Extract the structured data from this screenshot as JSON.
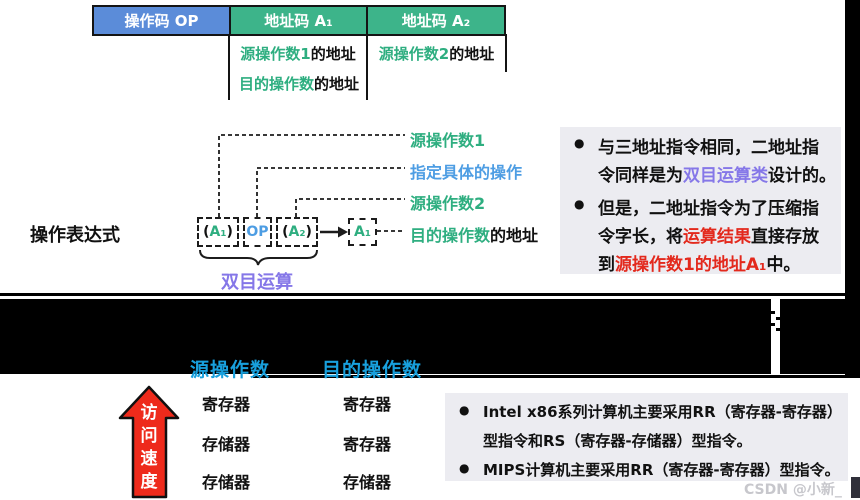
{
  "colors": {
    "green": "#2eae80",
    "blue": "#4d9de3",
    "purple": "#8577e8",
    "red": "#e3291d",
    "cyan": "#18a0dd",
    "header_blue": "#5b8cd9",
    "header_green": "#3db48a",
    "white": "#ffffff",
    "ink": "#111111",
    "note_bg": "#ececf1",
    "arrow_red": "#ee2a1b",
    "watermark_gray": "#c7c7cc"
  },
  "format_table": {
    "op_header": "操作码 OP",
    "a1_header": "地址码 A₁",
    "a2_header": "地址码 A₂",
    "row_a1_1": [
      {
        "t": "源操作数1",
        "c": "green"
      },
      {
        "t": "的地址"
      }
    ],
    "row_a2_1": [
      {
        "t": "源操作数2",
        "c": "green"
      },
      {
        "t": "的地址"
      }
    ],
    "row_a1_2": [
      {
        "t": "目的操作数",
        "c": "green"
      },
      {
        "t": "的地址"
      }
    ]
  },
  "expression": {
    "label": "操作表达式",
    "operand1_segs": [
      {
        "t": "( "
      },
      {
        "t": "A₁",
        "c": "green"
      },
      {
        "t": " )"
      }
    ],
    "op": "OP",
    "operand2_segs": [
      {
        "t": "( "
      },
      {
        "t": "A₂",
        "c": "green"
      },
      {
        "t": " )"
      }
    ],
    "result": "A₁",
    "callout_src1": "源操作数1",
    "callout_op": "指定具体的操作",
    "callout_src2": "源操作数2",
    "callout_dst": [
      {
        "t": "目的操作数",
        "c": "green"
      },
      {
        "t": "的地址"
      }
    ],
    "brace_label": "双目运算"
  },
  "note_two_address": {
    "bullet": "●",
    "items": [
      {
        "lines": [
          [
            {
              "t": "与三地址指令相同，二地址指"
            }
          ],
          [
            {
              "t": "令同样是为"
            },
            {
              "t": "双目运算类",
              "c": "purple"
            },
            {
              "t": "设计的。"
            }
          ]
        ]
      },
      {
        "lines": [
          [
            {
              "t": "但是，二地址指令为了压缩指"
            }
          ],
          [
            {
              "t": "令字长，将"
            },
            {
              "t": "运算结果",
              "c": "red"
            },
            {
              "t": "直接存放"
            }
          ],
          [
            {
              "t": "到"
            },
            {
              "t": "源操作数1的地址A₁",
              "c": "red"
            },
            {
              "t": "中。"
            }
          ]
        ]
      }
    ]
  },
  "operand_table": {
    "col1_header": "源操作数",
    "col2_header": "目的操作数",
    "rows": [
      [
        "寄存器",
        "寄存器"
      ],
      [
        "存储器",
        "寄存器"
      ],
      [
        "存储器",
        "存储器"
      ]
    ],
    "arrow_label": "访问速度"
  },
  "note_rr": {
    "bullet": "●",
    "items": [
      {
        "lines": [
          "Intel x86系列计算机主要采用RR（寄存器-寄存器）",
          "型指令和RS（寄存器-存储器）型指令。"
        ]
      },
      {
        "lines": [
          "MIPS计算机主要采用RR（寄存器-寄存器）型指令。"
        ]
      }
    ]
  },
  "watermark": "CSDN @小新_"
}
